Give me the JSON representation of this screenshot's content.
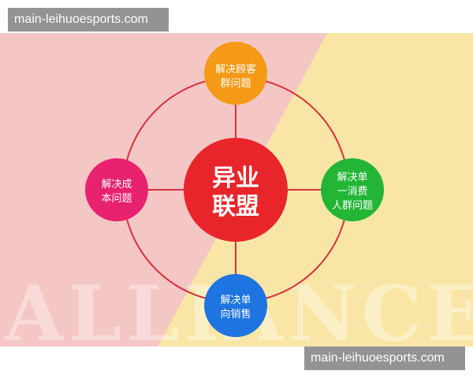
{
  "watermark": "main-leihuoesports.com",
  "background_word": "ALLIANCE",
  "colors": {
    "pink_bg": "#f4c6c4",
    "yellow_bg": "#f9e6a6",
    "ring": "#d8323c",
    "center": "#e8252a",
    "top": "#f59a16",
    "left": "#e8226e",
    "right": "#22b536",
    "bottom": "#1e74e0"
  },
  "center": {
    "line1": "异业",
    "line2": "联盟"
  },
  "nodes": {
    "top": {
      "line1": "解决顾客",
      "line2": "群问题"
    },
    "left": {
      "line1": "解决成",
      "line2": "本问题"
    },
    "right": {
      "line1": "解决单",
      "line2": "一消费",
      "line3": "人群问题"
    },
    "bottom": {
      "line1": "解决单",
      "line2": "向销售"
    }
  }
}
